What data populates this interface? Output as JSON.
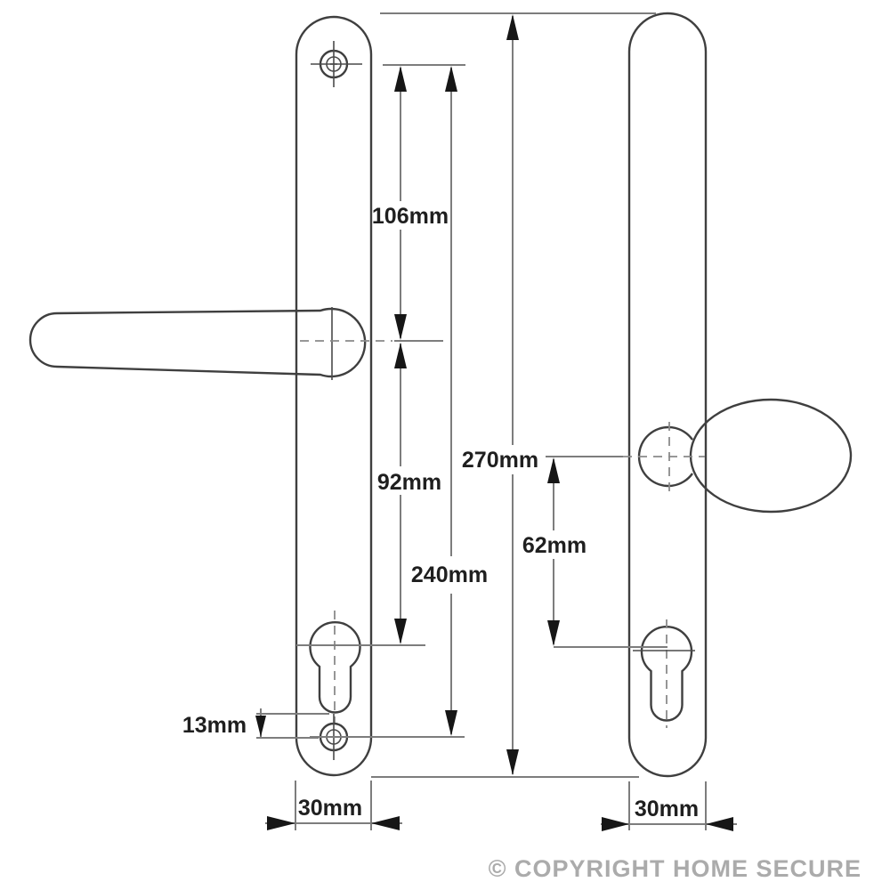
{
  "colors": {
    "background": "#ffffff",
    "object_outline": "#3f3f3f",
    "dimension_line": "#7d7d7d",
    "arrowhead": "#161616",
    "label_text": "#1f1f1f",
    "copyright_text": "#ababab"
  },
  "labels": {
    "dim_106": "106mm",
    "dim_92": "92mm",
    "dim_240": "240mm",
    "dim_270": "270mm",
    "dim_62": "62mm",
    "dim_13": "13mm",
    "dim_30_left": "30mm",
    "dim_30_right": "30mm"
  },
  "footer": {
    "copyright": "© COPYRIGHT HOME SECURE"
  }
}
